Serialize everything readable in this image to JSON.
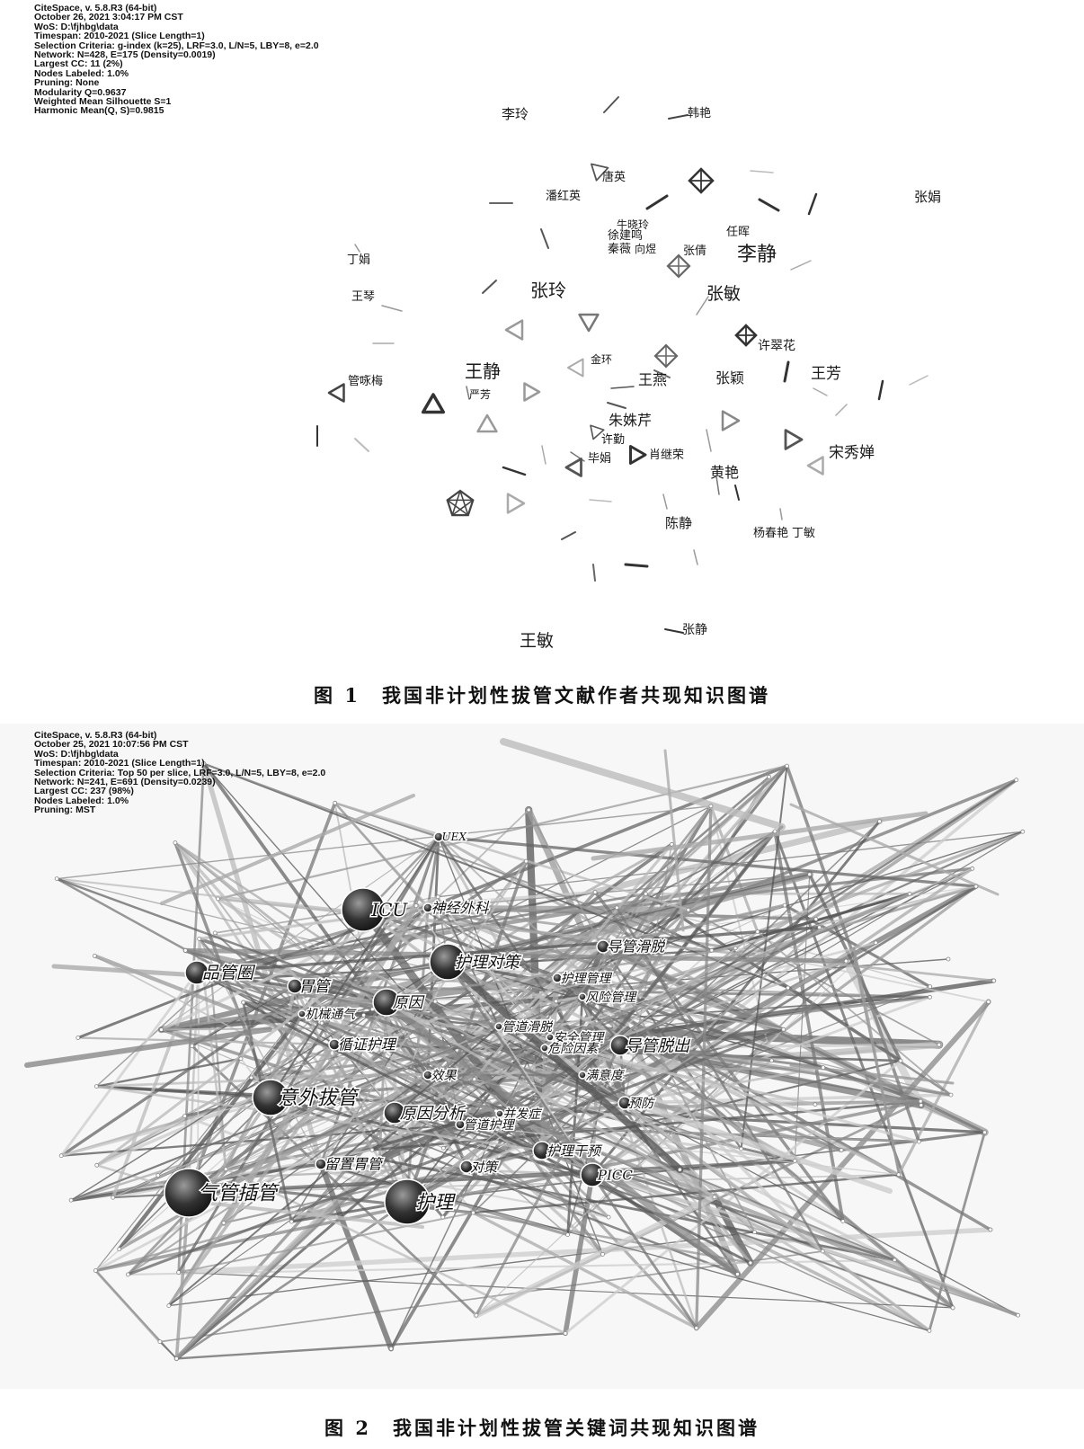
{
  "figure1": {
    "header_lines": [
      "CiteSpace, v. 5.8.R3 (64-bit)",
      "October 26, 2021 3:04:17 PM CST",
      "WoS: D:\\fjhbg\\data",
      "Timespan: 2010-2021 (Slice Length=1)",
      "Selection Criteria: g-index (k=25), LRF=3.0, L/N=5, LBY=8, e=2.0",
      "Network: N=428, E=175 (Density=0.0019)",
      "Largest CC: 11 (2%)",
      "Nodes Labeled: 1.0%",
      "Pruning: None",
      "Modularity Q=0.9637",
      "Weighted Mean Silhouette S=1",
      "Harmonic Mean(Q, S)=0.9815"
    ],
    "author_labels": [
      "李玲",
      "韩艳",
      "唐英",
      "潘红英",
      "张娟",
      "牛晓玲",
      "徐建鸣",
      "秦薇",
      "向煜",
      "张倩",
      "任晖",
      "李静",
      "丁娟",
      "王琴",
      "张玲",
      "张敏",
      "许翠花",
      "金环",
      "王静",
      "管咏梅",
      "严芳",
      "王燕",
      "张颖",
      "王芳",
      "朱姝芹",
      "许勤",
      "毕娟",
      "肖继荣",
      "宋秀婵",
      "黄艳",
      "陈静",
      "杨春艳",
      "丁敏",
      "王敏",
      "张静"
    ],
    "caption": "图 1　我国非计划性拔管文献作者共现知识图谱"
  },
  "figure2": {
    "header_lines": [
      "CiteSpace, v. 5.8.R3 (64-bit)",
      "October 25, 2021 10:07:56 PM CST",
      "WoS: D:\\fjhbg\\data",
      "Timespan: 2010-2021 (Slice Length=1)",
      "Selection Criteria: Top 50 per slice, LRF=3.0, L/N=5, LBY=8, e=2.0",
      "Network: N=241, E=691 (Density=0.0239)",
      "Largest CC: 237 (98%)",
      "Nodes Labeled: 1.0%",
      "Pruning: MST"
    ],
    "keyword_labels": [
      "UEX",
      "ICU",
      "神经外科",
      "导管滑脱",
      "品管圈",
      "护理对策",
      "胃管",
      "护理管理",
      "原因",
      "风险管理",
      "机械通气",
      "管道滑脱",
      "安全管理",
      "危险因素",
      "导管脱出",
      "循证护理",
      "效果",
      "满意度",
      "意外拔管",
      "预防",
      "原因分析",
      "并发症",
      "管道护理",
      "护理干预",
      "留置胃管",
      "对策",
      "PICC",
      "气管插管",
      "护理"
    ],
    "caption": "图 2　我国非计划性拔管关键词共现知识图谱"
  },
  "colors": {
    "edge_dark": "#4a4a4a",
    "node_dark": "#3a3a3a",
    "edge_light": "#9a9a9a"
  }
}
